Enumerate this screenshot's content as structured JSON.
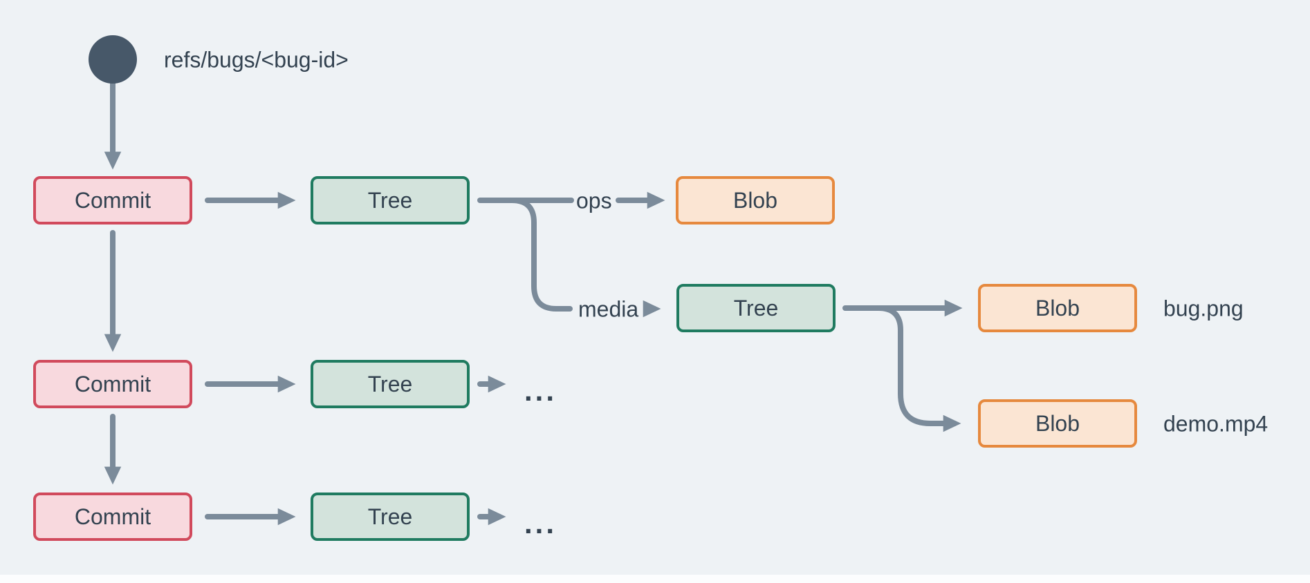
{
  "colors": {
    "background": "#eef2f5",
    "arrow": "#7b8b9a",
    "ref_circle": "#475869",
    "text_dark": "#334250",
    "commit_fill": "#f8d9de",
    "commit_border": "#d14a5c",
    "tree_fill": "#d3e3dc",
    "tree_border": "#1f7b60",
    "blob_fill": "#fbe5d3",
    "blob_border": "#e6893e",
    "bottom_strip": "#fcfdfe"
  },
  "ref": {
    "label": "refs/bugs/<bug-id>"
  },
  "nodes": {
    "commit1": "Commit",
    "commit2": "Commit",
    "commit3": "Commit",
    "tree1": "Tree",
    "tree2": "Tree",
    "tree3": "Tree",
    "tree_media": "Tree",
    "blob_ops": "Blob",
    "blob_bug": "Blob",
    "blob_demo": "Blob"
  },
  "edges": {
    "ops": "ops",
    "media": "media"
  },
  "files": {
    "bug": "bug.png",
    "demo": "demo.mp4"
  },
  "ellipsis": {
    "row2": "...",
    "row3": "..."
  }
}
